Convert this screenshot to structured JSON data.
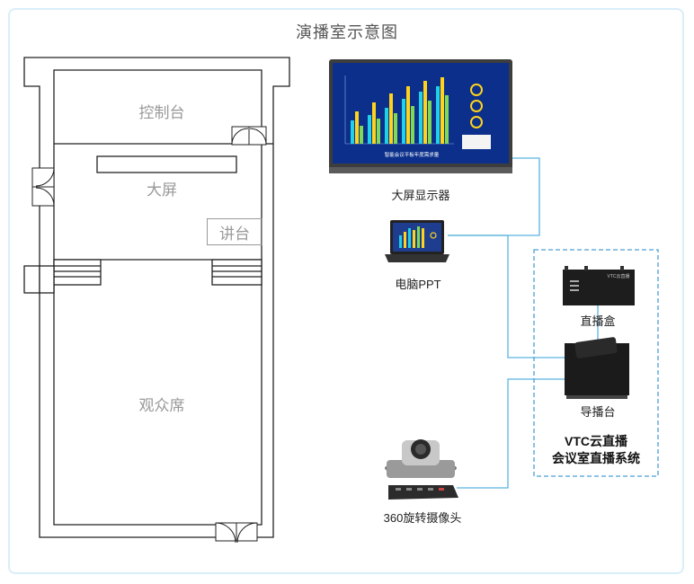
{
  "title": "演播室示意图",
  "floor_plan": {
    "control_room": "控制台",
    "big_screen": "大屏",
    "lectern": "讲台",
    "audience": "观众席"
  },
  "devices": {
    "big_screen_display": "大屏显示器",
    "laptop": "电脑PPT",
    "live_box": "直播盒",
    "director_console": "导播台",
    "camera": "360旋转摄像头"
  },
  "system": {
    "line1": "VTC云直播",
    "line2": "会议室直播系统"
  },
  "screen_content": {
    "chart_caption": "智能会议平板年度需求量",
    "box_brand": "VTC云直播"
  },
  "colors": {
    "connector": "#5bb4e0",
    "dashed_border": "#4a9fd8",
    "wall": "#222222"
  }
}
